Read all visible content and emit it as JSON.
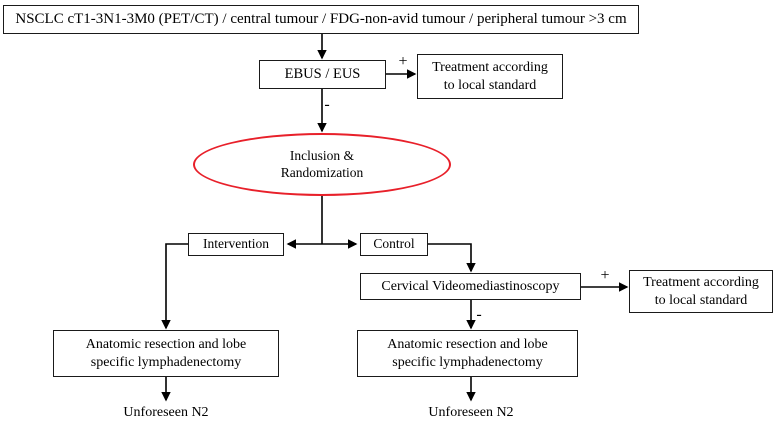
{
  "diagram": {
    "title": "NSCLC staging and randomization trial flowchart",
    "colors": {
      "box_border": "#1a1a1a",
      "ellipse_border": "#e8202a",
      "edge": "#000000",
      "background": "#ffffff",
      "text": "#000000"
    },
    "nodes": {
      "header": {
        "label": "NSCLC  cT1-3N1-3M0  (PET/CT) / central tumour / FDG-non-avid tumour / peripheral tumour >3 cm",
        "shape": "rectangle"
      },
      "ebus": {
        "label": "EBUS  /  EUS",
        "shape": "rectangle"
      },
      "treatment_1": {
        "label": "Treatment according to local standard",
        "line1": "Treatment according",
        "line2": "to local standard",
        "shape": "rectangle"
      },
      "inclusion": {
        "label": "Inclusion & Randomization",
        "line1": "Inclusion &",
        "line2": "Randomization",
        "shape": "ellipse"
      },
      "intervention": {
        "label": "Intervention",
        "shape": "rectangle"
      },
      "control": {
        "label": "Control",
        "shape": "rectangle"
      },
      "cervical_videomediastinoscopy": {
        "label": "Cervical Videomediastinoscopy",
        "shape": "rectangle"
      },
      "treatment_2": {
        "label": "Treatment according to local standard",
        "line1": "Treatment according",
        "line2": "to local standard",
        "shape": "rectangle"
      },
      "surgery_left": {
        "label": "Anatomic resection and lobe specific lymphadenectomy",
        "line1": "Anatomic resection and lobe",
        "line2": "specific lymphadenectomy",
        "shape": "rectangle"
      },
      "surgery_right": {
        "label": "Anatomic resection and lobe specific lymphadenectomy",
        "line1": "Anatomic resection and lobe",
        "line2": "specific lymphadenectomy",
        "shape": "rectangle"
      },
      "outcome_left": {
        "label": "Unforeseen N2",
        "shape": "text"
      },
      "outcome_right": {
        "label": "Unforeseen N2",
        "shape": "text"
      }
    },
    "edge_labels": {
      "ebus_negative": "-",
      "ebus_positive": "+",
      "cvm_negative": "-",
      "cvm_positive": "+"
    },
    "edges": [
      {
        "from": "header",
        "to": "ebus",
        "label": ""
      },
      {
        "from": "ebus",
        "to": "treatment_1",
        "label": "+"
      },
      {
        "from": "ebus",
        "to": "inclusion",
        "label": "-"
      },
      {
        "from": "inclusion",
        "to": "intervention",
        "label": ""
      },
      {
        "from": "inclusion",
        "to": "control",
        "label": ""
      },
      {
        "from": "control",
        "to": "cervical_videomediastinoscopy",
        "label": ""
      },
      {
        "from": "cervical_videomediastinoscopy",
        "to": "treatment_2",
        "label": "+"
      },
      {
        "from": "cervical_videomediastinoscopy",
        "to": "surgery_right",
        "label": "-"
      },
      {
        "from": "intervention",
        "to": "surgery_left",
        "label": ""
      },
      {
        "from": "surgery_left",
        "to": "outcome_left",
        "label": ""
      },
      {
        "from": "surgery_right",
        "to": "outcome_right",
        "label": ""
      }
    ]
  }
}
